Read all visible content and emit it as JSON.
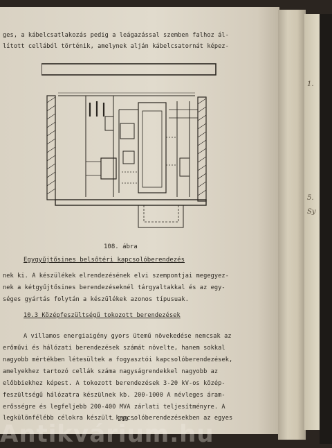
{
  "text": {
    "intro_lines": [
      "ges, a kábelcsatlakozás pedig a leágazással szemben falhoz ál-",
      "lított cellából történik, amelynek alján kábelcsatornát képez-"
    ],
    "figure_number": "108. ábra",
    "figure_caption": "Egygyűjtősines belsőtéri kapcsolóberendezés",
    "middle_lines": [
      "nek ki. A készülékek elrendezésének elvi szempontjai megegyez-",
      "nek a kétgyűjtősines berendezéseknél tárgyaltakkal és az egy-",
      "séges gyártás folytán a készülékek azonos típusuak."
    ],
    "section_heading": "10.3 Középfeszültségű tokozott berendezések",
    "body_lines": [
      "A villamos energiaigény gyors ütemű növekedése nemcsak az",
      "erőművi és hálózati berendezések számát növelte, hanem sokkal",
      "nagyobb mértékben létesültek a fogyasztói kapcsolóberendezések,",
      "amelyekhez tartozó cellák száma nagyságrendekkel nagyobb az",
      "előbbiekhez képest. A tokozott berendezések 3-20 kV-os közép-",
      "feszültségű hálózatra készülnek kb. 200-1000 A névleges áram-",
      "erősségre és legfeljebb 200-400 MVA zárlati teljesítményre. A",
      "legkülönfélébb célokra készült kapcsolóberendezésekben az egyes"
    ],
    "page_number": "- 219 -",
    "watermark": "Antikvárium.hu"
  },
  "margin_notes": [
    "1.",
    "5.",
    "Sy"
  ],
  "colors": {
    "ink": "#2a2620",
    "paper": "#ddd6c7",
    "spine": "#1d1a17"
  }
}
